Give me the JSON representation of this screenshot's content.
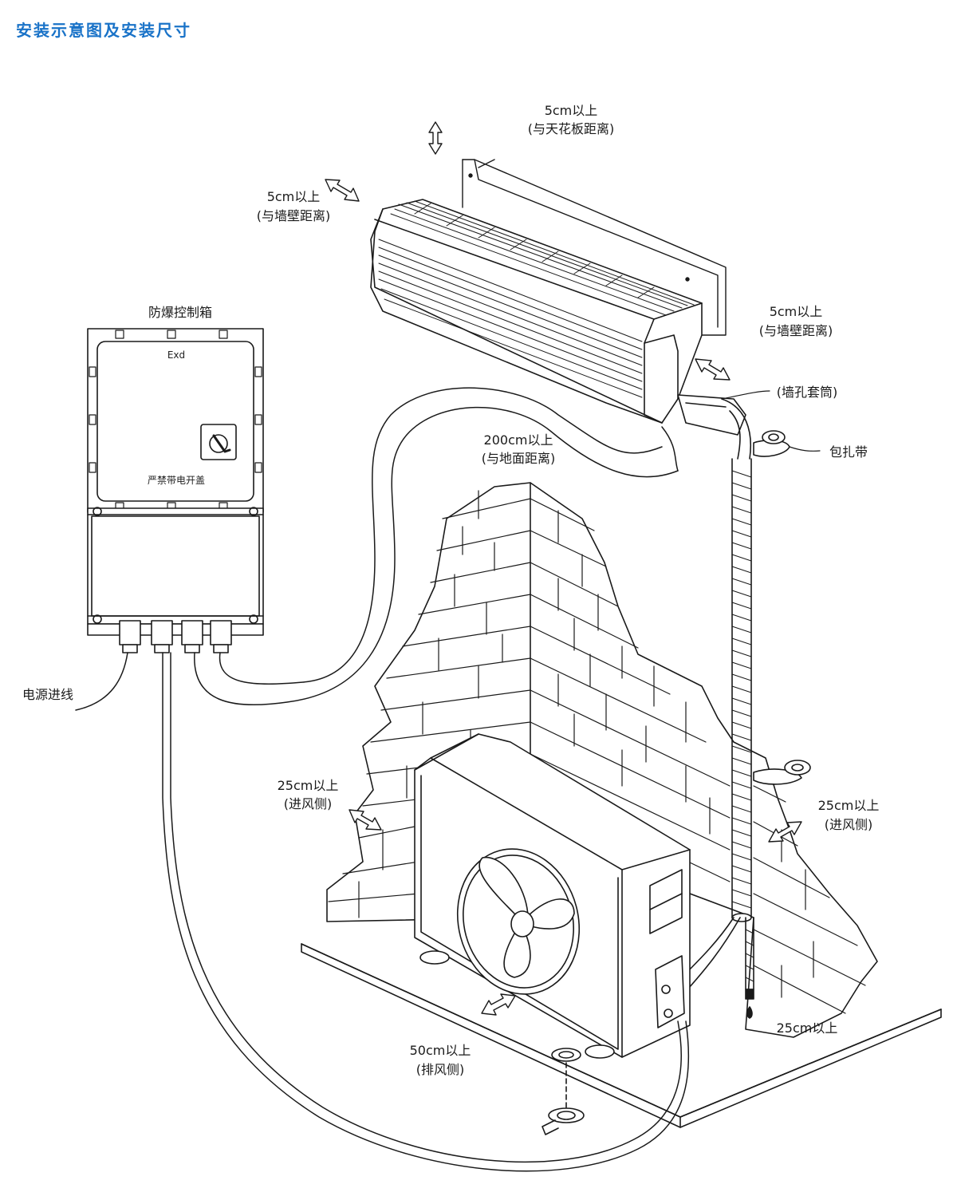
{
  "title": "安装示意图及安装尺寸",
  "labels": {
    "ceiling_top": "5cm以上",
    "ceiling_sub": "(与天花板距离)",
    "wall_left_top": "5cm以上",
    "wall_left_sub": "(与墙壁距离)",
    "wall_right_top": "5cm以上",
    "wall_right_sub": "(与墙壁距离)",
    "sleeve": "(墙孔套筒)",
    "strap": "包扎带",
    "ground_top": "200cm以上",
    "ground_sub": "(与地面距离)",
    "box_title": "防爆控制箱",
    "box_exd": "Exd",
    "box_warning": "严禁带电开盖",
    "power": "电源进线",
    "inlet_left_top": "25cm以上",
    "inlet_left_sub": "(进风侧)",
    "inlet_right_top": "25cm以上",
    "inlet_right_sub": "(进风侧)",
    "exhaust_top": "50cm以上",
    "exhaust_sub": "(排风侧)",
    "drain": "25cm以上"
  },
  "colors": {
    "title": "#1a73c8",
    "line": "#1a1a1a"
  }
}
